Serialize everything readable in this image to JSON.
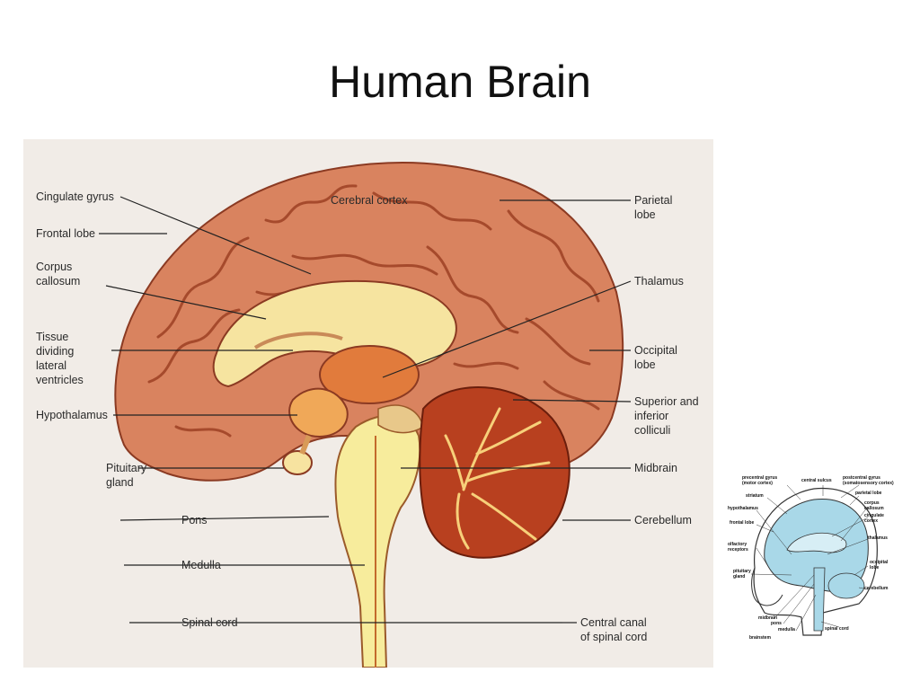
{
  "slide": {
    "title": "Human Brain"
  },
  "main_diagram": {
    "labels": {
      "cingulate_gyrus": "Cingulate gyrus",
      "frontal_lobe": "Frontal lobe",
      "corpus_callosum": "Corpus\ncallosum",
      "tissue_dividing": "Tissue\ndividing\nlateral\nventricles",
      "hypothalamus": "Hypothalamus",
      "pituitary_gland": "Pituitary\ngland",
      "pons": "Pons",
      "medulla": "Medulla",
      "spinal_cord": "Spinal cord",
      "cerebral_cortex": "Cerebral cortex",
      "parietal_lobe": "Parietal\nlobe",
      "thalamus": "Thalamus",
      "occipital_lobe": "Occipital\nlobe",
      "superior_inferior_colliculi": "Superior and\ninferior\ncolliculi",
      "midbrain": "Midbrain",
      "cerebellum": "Cerebellum",
      "central_canal": "Central canal\nof spinal cord"
    },
    "colors": {
      "cortex": "#d9835f",
      "cortex_dark": "#a64a2c",
      "callosum": "#f6e4a0",
      "cerebellum": "#b8401f",
      "stem": "#f7ec9c",
      "background": "#f1ece7"
    }
  },
  "thumbnail_diagram": {
    "labels": {
      "precentral_gyrus": "precentral gyrus\n(motor cortex)",
      "central_sulcus": "central sulcus",
      "postcentral_gyrus": "postcentral gyrus\n(somatosensory cortex)",
      "striatum": "striatum",
      "parietal_lobe": "parietal lobe",
      "hypothalamus": "hypothalamus",
      "corpus_callosum": "corpus\ncallosum",
      "cingulate_cortex": "cingulate\ncortex",
      "frontal_lobe": "frontal lobe",
      "thalamus": "thalamus",
      "olfactory_receptors": "olfactory\nreceptors",
      "occipital_lobe": "occipital\nlobe",
      "pituitary_gland": "pituitary\ngland",
      "cerebellum": "cerebellum",
      "midbrain": "midbrain",
      "pons": "pons",
      "medulla": "medulla",
      "spinal_cord": "spinal cord",
      "brainstem": "brainstem"
    },
    "colors": {
      "brain": "#a9d8e8",
      "outline": "#333333"
    }
  }
}
